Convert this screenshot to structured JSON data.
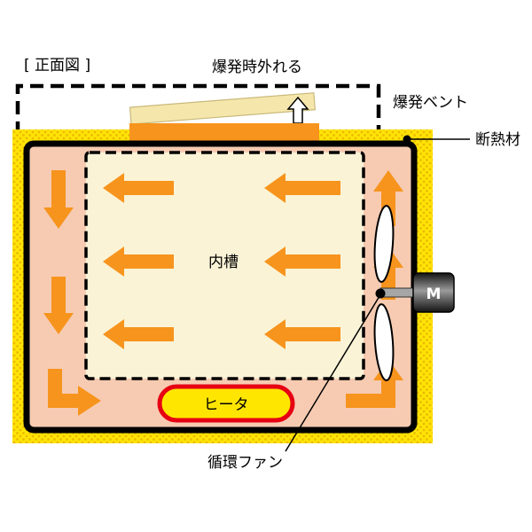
{
  "title": {
    "view_label": "[ 正面図 ]"
  },
  "annotations": {
    "vent_release": "爆発時外れる",
    "explosion_vent": "爆発ベント",
    "insulation": "断熱材",
    "inner_chamber": "内槽",
    "heater": "ヒータ",
    "circulation_fan": "循環ファン",
    "motor": "M"
  },
  "colors": {
    "outer_insulation_yellow": "#FFE405",
    "insulation_dot": "#EBBA00",
    "wall_pink": "#F6CBB2",
    "chamber_cream": "#FAF3D6",
    "arrow_orange": "#F7941D",
    "vent_opening_orange": "#F7941D",
    "heater_fill_yellow": "#FFE600",
    "heater_border_red": "#E60012",
    "vent_panel_tan": "#F5E7AC",
    "outline_black": "#000000"
  }
}
